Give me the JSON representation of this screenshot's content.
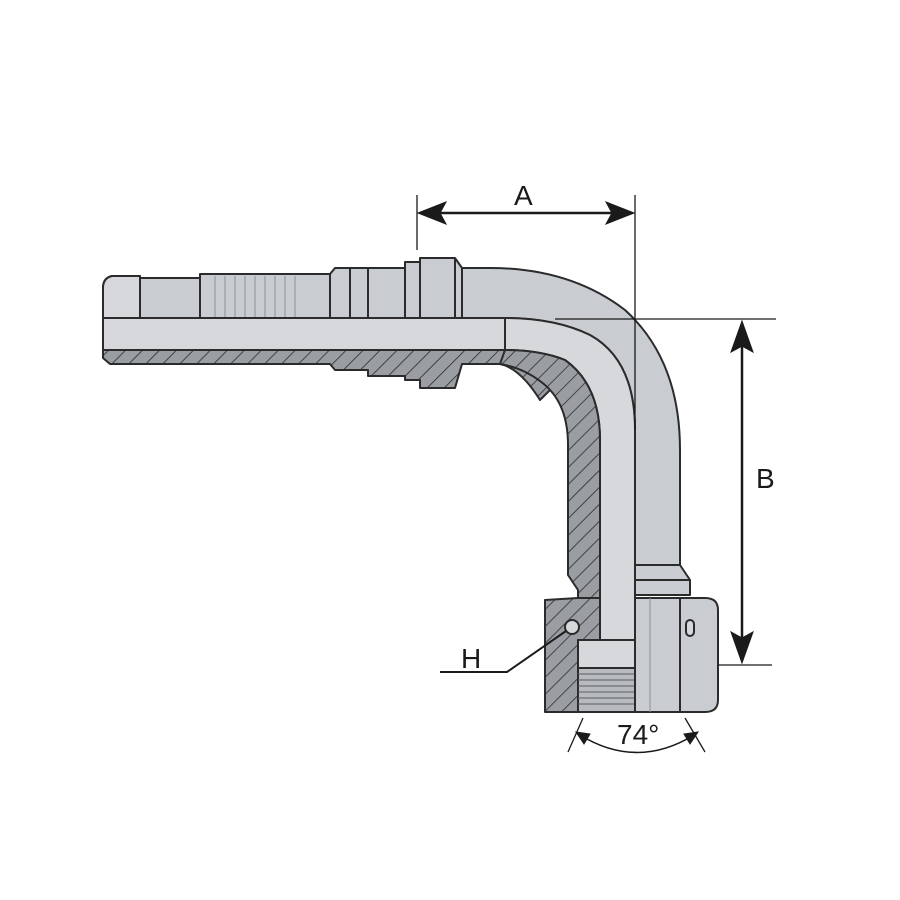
{
  "colors": {
    "metal": "#c9ccd0",
    "metal_light": "#d6d8db",
    "metal_dark": "#b7babe",
    "section": "#9a9ea3",
    "outline": "#2b2b2b",
    "background": "#ffffff"
  },
  "dimensions": {
    "a_label": "A",
    "b_label": "B",
    "h_label": "H",
    "angle_label": "74°"
  }
}
